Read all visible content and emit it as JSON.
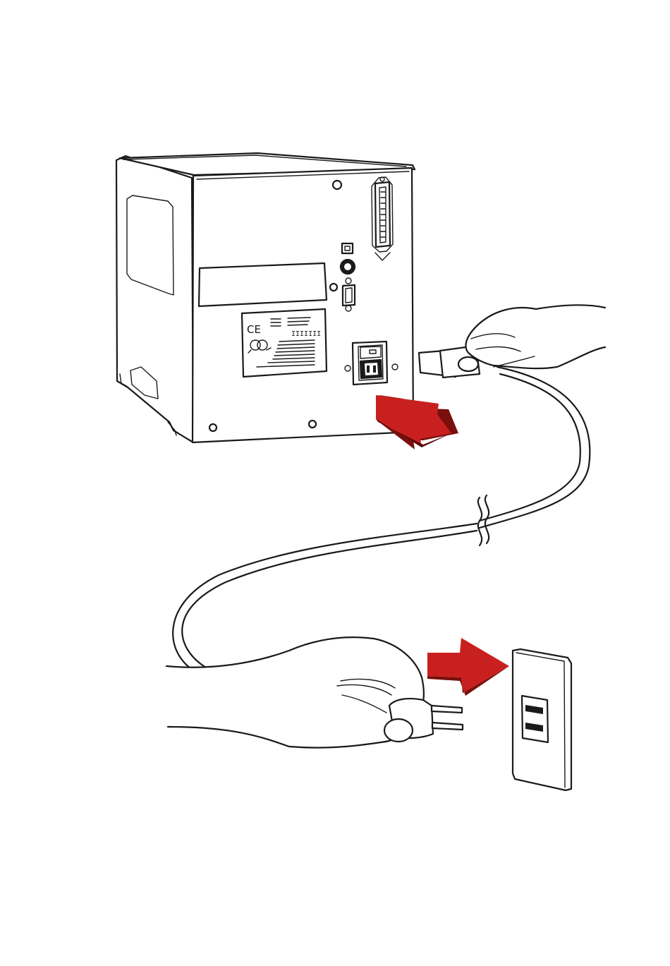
{
  "illustration": {
    "label_marks": {
      "ce": "CE",
      "barcode": "IIIIIII"
    },
    "colors": {
      "arrow": "#c8201e",
      "arrow_shadow": "#7a0f0d",
      "line": "#1a1a1a",
      "background": "#ffffff"
    },
    "icons": [
      "printer",
      "power-socket",
      "power-cord",
      "hand",
      "plug",
      "wall-outlet",
      "red-arrow"
    ]
  }
}
